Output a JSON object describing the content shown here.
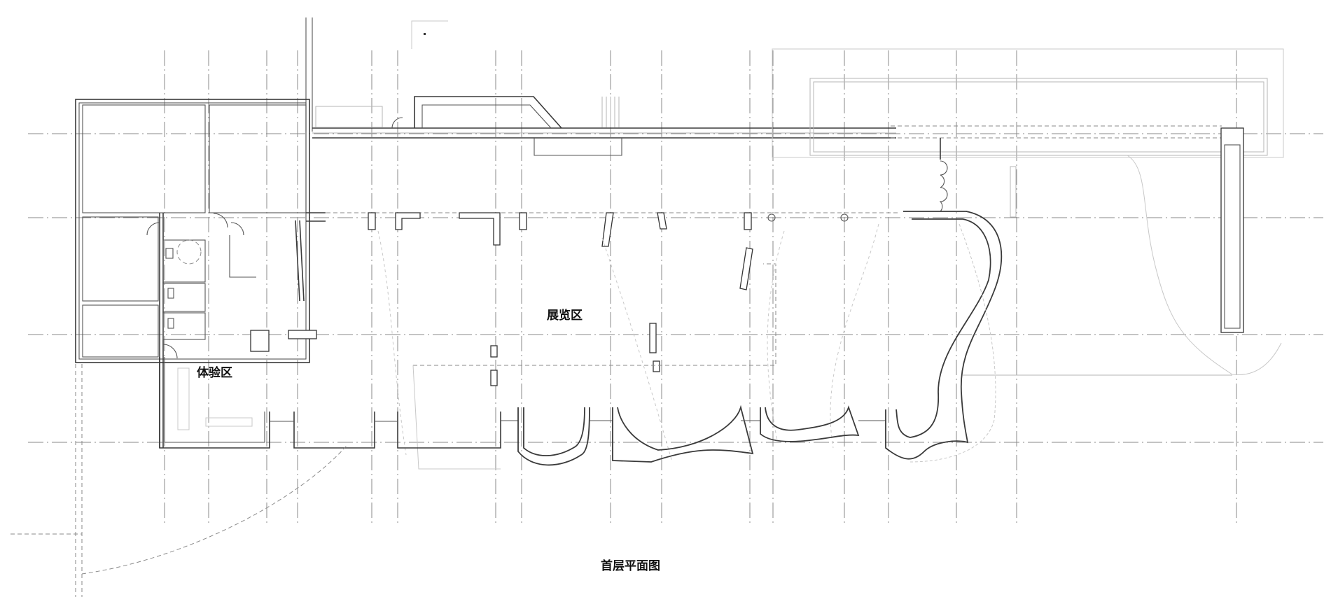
{
  "drawing": {
    "title": "首层平面图",
    "zones": [
      {
        "id": "experience",
        "label": "体验区"
      },
      {
        "id": "exhibition",
        "label": "展览区"
      }
    ]
  }
}
